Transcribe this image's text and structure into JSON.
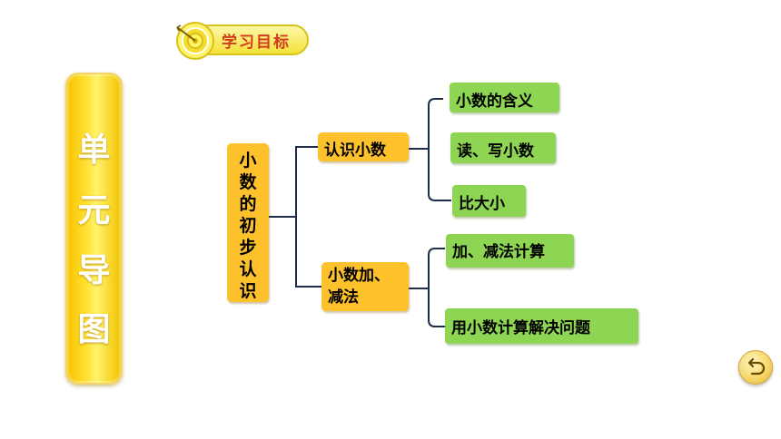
{
  "header": {
    "goal_label": "学习目标"
  },
  "unit_panel": {
    "chars": [
      "单",
      "元",
      "导",
      "图"
    ]
  },
  "diagram": {
    "root_chars": [
      "小",
      "数",
      "的",
      "初",
      "步",
      "认",
      "识"
    ],
    "branches": [
      {
        "label": "认识小数",
        "items": [
          "小数的含义",
          "读、写小数",
          "比大小"
        ]
      },
      {
        "label_lines": [
          "小数加、",
          "减法"
        ],
        "items": [
          "加、减法计算",
          "用小数计算解决问题"
        ]
      }
    ]
  },
  "colors": {
    "orange_box": "#fdc12b",
    "green_box": "#8ed553",
    "line": "#1c2e4a",
    "title_text": "#d23b1d"
  },
  "icons": {
    "header": "target-icon",
    "nav": "back-arrow-icon"
  }
}
